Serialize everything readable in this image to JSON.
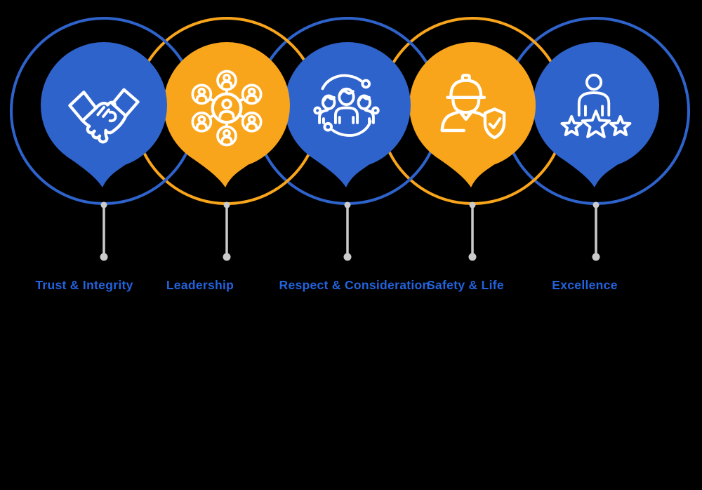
{
  "diagram": {
    "name": "core-values-diagram",
    "item_count": "5"
  },
  "items": [
    {
      "label": "Trust & Integrity",
      "icon": "handshake-icon",
      "color": "#2F63CC"
    },
    {
      "label": "Leadership",
      "icon": "people-network-icon",
      "color": "#F9A51B"
    },
    {
      "label": "Respect & Consideration",
      "icon": "team-cycle-icon",
      "color": "#2F63CC"
    },
    {
      "label": "Safety & Life",
      "icon": "worker-safety-icon",
      "color": "#F9A51B"
    },
    {
      "label": "Excellence",
      "icon": "person-rating-stars-icon",
      "color": "#2F63CC"
    }
  ],
  "colors": {
    "blue": "#2F63CC",
    "orange": "#F9A51B",
    "label_text": "#2263DE",
    "connector_gray": "#CBCBCB",
    "icon_stroke": "#FFFFFF",
    "background": "#000000"
  }
}
